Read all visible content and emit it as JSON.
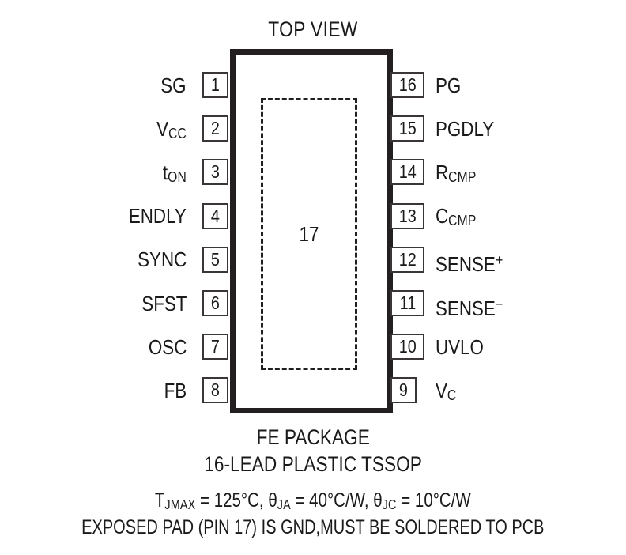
{
  "diagram": {
    "title": "TOP VIEW",
    "package_body": {
      "exposed_pad_number": "17"
    },
    "pins_left": [
      {
        "number": "1",
        "label": "SG",
        "base": "SG",
        "sub": "",
        "sup": ""
      },
      {
        "number": "2",
        "label": "VCC",
        "base": "V",
        "sub": "CC",
        "sup": ""
      },
      {
        "number": "3",
        "label": "tON",
        "base": "t",
        "sub": "ON",
        "sup": ""
      },
      {
        "number": "4",
        "label": "ENDLY",
        "base": "ENDLY",
        "sub": "",
        "sup": ""
      },
      {
        "number": "5",
        "label": "SYNC",
        "base": "SYNC",
        "sub": "",
        "sup": ""
      },
      {
        "number": "6",
        "label": "SFST",
        "base": "SFST",
        "sub": "",
        "sup": ""
      },
      {
        "number": "7",
        "label": "OSC",
        "base": "OSC",
        "sub": "",
        "sup": ""
      },
      {
        "number": "8",
        "label": "FB",
        "base": "FB",
        "sub": "",
        "sup": ""
      }
    ],
    "pins_right": [
      {
        "number": "16",
        "label": "PG",
        "base": "PG",
        "sub": "",
        "sup": ""
      },
      {
        "number": "15",
        "label": "PGDLY",
        "base": "PGDLY",
        "sub": "",
        "sup": ""
      },
      {
        "number": "14",
        "label": "RCMP",
        "base": "R",
        "sub": "CMP",
        "sup": ""
      },
      {
        "number": "13",
        "label": "CCMP",
        "base": "C",
        "sub": "CMP",
        "sup": ""
      },
      {
        "number": "12",
        "label": "SENSE+",
        "base": "SENSE",
        "sub": "",
        "sup": "+"
      },
      {
        "number": "11",
        "label": "SENSE-",
        "base": "SENSE",
        "sub": "",
        "sup": "−"
      },
      {
        "number": "10",
        "label": "UVLO",
        "base": "UVLO",
        "sub": "",
        "sup": ""
      },
      {
        "number": "9",
        "label": "VC",
        "base": "V",
        "sub": "C",
        "sup": ""
      }
    ],
    "captions": {
      "package_name": "FE PACKAGE",
      "lead_description": "16-LEAD PLASTIC TSSOP",
      "thermal_tjmax_base": "T",
      "thermal_tjmax_sub": "JMAX",
      "thermal_tjmax_value": " = 125°C, ",
      "thermal_theta_ja_base": "θ",
      "thermal_theta_ja_sub": "JA",
      "thermal_theta_ja_value": " = 40°C/W, ",
      "thermal_theta_jc_base": "θ",
      "thermal_theta_jc_sub": "JC",
      "thermal_theta_jc_value": " = 10°C/W",
      "exposed_pad_note": "EXPOSED PAD (PIN 17) IS GND,MUST BE SOLDERED TO PCB"
    }
  },
  "colors": {
    "body_outline": "#231f20",
    "pin_outline": "#3a3537",
    "text": "#1a1a1a",
    "background": "#ffffff"
  }
}
